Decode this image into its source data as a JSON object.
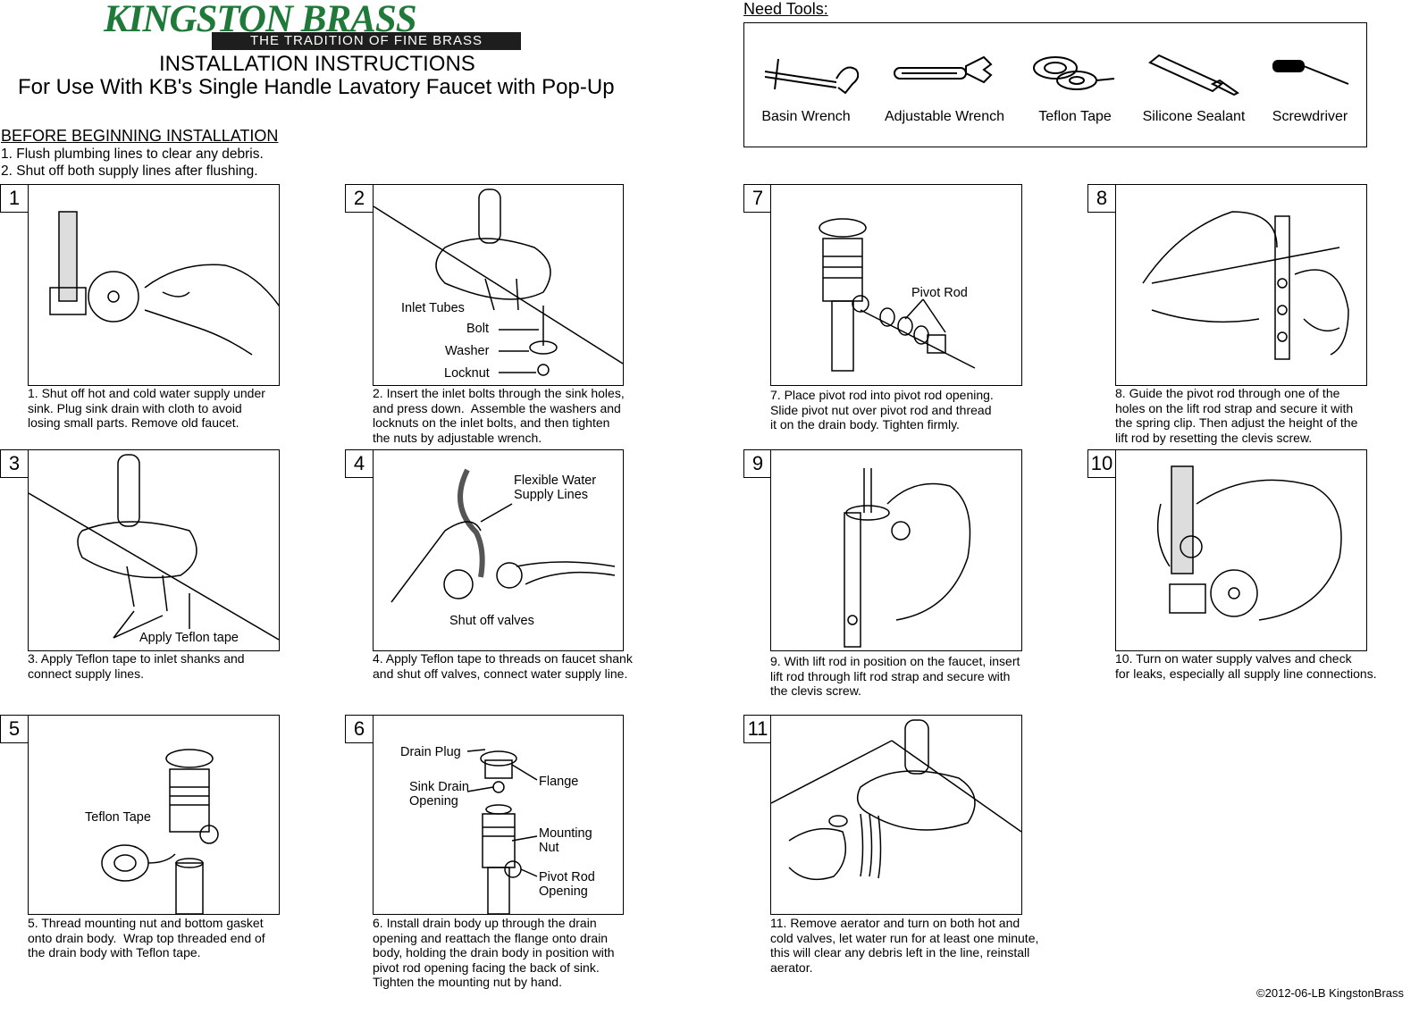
{
  "header": {
    "brand": "KINGSTON BRASS",
    "tagline": "THE TRADITION OF FINE BRASS",
    "title": "INSTALLATION INSTRUCTIONS",
    "subtitle": "For Use With KB's Single Handle Lavatory Faucet with Pop-Up"
  },
  "before": {
    "heading": "BEFORE BEGINNING INSTALLATION",
    "items": [
      "1. Flush plumbing lines to clear any debris.",
      "2. Shut off both supply lines after flushing."
    ]
  },
  "tools": {
    "heading": "Need Tools:",
    "items": [
      "Basin Wrench",
      "Adjustable Wrench",
      "Teflon Tape",
      "Silicone Sealant",
      "Screwdriver"
    ]
  },
  "steps": [
    {
      "num": "1",
      "caption": "1. Shut off hot and cold water supply under\nsink. Plug sink drain with cloth to avoid\nlosing small parts. Remove old faucet.",
      "labels": []
    },
    {
      "num": "2",
      "caption": "2. Insert the inlet bolts through the sink holes,\nand press down.  Assemble the washers and\nlocknuts on the inlet bolts, and then tighten\nthe nuts by adjustable wrench.",
      "labels": [
        "Inlet Tubes",
        "Bolt",
        "Washer",
        "Locknut"
      ]
    },
    {
      "num": "3",
      "caption": "3. Apply Teflon tape to inlet shanks and\nconnect supply lines.",
      "labels": [
        "Apply Teflon tape"
      ]
    },
    {
      "num": "4",
      "caption": "4. Apply Teflon tape to threads on faucet shank\nand shut off valves, connect water supply line.",
      "labels": [
        "Flexible Water\nSupply Lines",
        "Shut off valves"
      ]
    },
    {
      "num": "5",
      "caption": "5. Thread mounting nut and bottom gasket\nonto drain body.  Wrap top threaded end of\nthe drain body with Teflon tape.",
      "labels": [
        "Teflon Tape"
      ]
    },
    {
      "num": "6",
      "caption": "6. Install drain body up through the drain\nopening and reattach the flange onto drain\nbody, holding the drain body in position with\npivot rod opening facing the back of sink.\nTighten the mounting nut by hand.",
      "labels": [
        "Drain Plug",
        "Flange",
        "Sink Drain\nOpening",
        "Mounting\nNut",
        "Pivot Rod\nOpening"
      ]
    },
    {
      "num": "7",
      "caption": "7. Place pivot rod into pivot rod opening.\nSlide pivot nut over pivot rod and thread\nit on the drain body. Tighten firmly.",
      "labels": [
        "Pivot Rod"
      ]
    },
    {
      "num": "8",
      "caption": "8. Guide the pivot rod through one of the\nholes on the lift rod strap and secure it with\nthe spring clip. Then adjust the height of the\nlift rod by resetting the clevis screw.",
      "labels": []
    },
    {
      "num": "9",
      "caption": "9. With lift rod in position on the faucet, insert\nlift rod through lift rod strap and secure with\nthe clevis screw.",
      "labels": []
    },
    {
      "num": "10",
      "caption": "10. Turn on water supply valves and check\nfor leaks, especially all supply line connections.",
      "labels": []
    },
    {
      "num": "11",
      "caption": "11. Remove aerator and turn on both hot and\ncold valves, let water run for at least one minute,\nthis will clear any debris left in the line, reinstall\naerator.",
      "labels": []
    }
  ],
  "footer": "©2012-06-LB KingstonBrass",
  "colors": {
    "brand": "#1f7a3a",
    "tagline_bg": "#1e1e1e"
  }
}
